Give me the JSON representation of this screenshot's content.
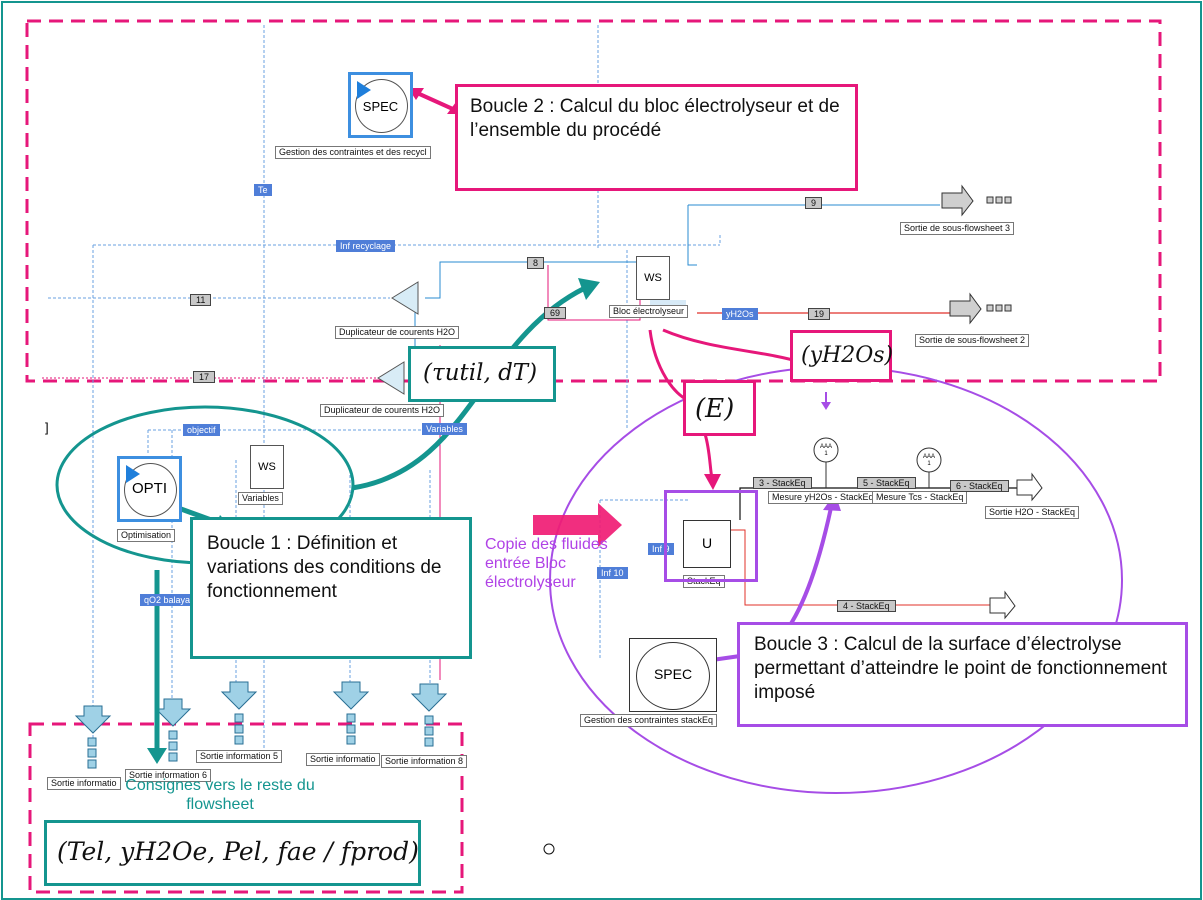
{
  "blocks": {
    "spec_top": "SPEC",
    "ws_main": "WS",
    "ws_variables": "WS",
    "opti": "OPTI",
    "unit": "U",
    "spec_stack": "SPEC",
    "meter1": "AAA\n1",
    "meter2": "AAA\n1"
  },
  "labels": {
    "gestion_recycl": "Gestion des contraintes et des recycl",
    "sortie_sfs3": "Sortie de sous-flowsheet 3",
    "sortie_sfs2": "Sortie de sous-flowsheet 2",
    "bloc_electrolyseur": "Bloc électrolyseur",
    "dup_h2o_1": "Duplicateur de courents H2O",
    "dup_h2o_2": "Duplicateur de courents H2O",
    "variables": "Variables",
    "optimisation": "Optimisation",
    "stackeq": "StackEq",
    "mesure_yh2os": "Mesure yH2Os - StackEq",
    "mesure_tcs": "Mesure Tcs - StackEq",
    "sortie_h2o": "Sortie H2O - StackEq",
    "gestion_stackeq": "Gestion des contraintes stackEq",
    "sortie_info_5": "Sortie information 5",
    "sortie_info_6": "Sortie information 6",
    "sortie_info_7": "Sortie informatio",
    "sortie_info_8": "Sortie informatio",
    "sortie_info_9": "Sortie information 8",
    "bracket": "]"
  },
  "tags": {
    "te": "Te",
    "inf_recyclage": "Inf recyclage",
    "yh2os": "yH2Os",
    "objectif": "objectif",
    "variables": "Variables",
    "qo_balay": "qO2 balaya",
    "inf9": "Inf 9",
    "inf10": "Inf 10"
  },
  "streams": {
    "s9": "9",
    "s8": "8",
    "s11": "11",
    "s69": "69",
    "s19": "19",
    "s17": "17",
    "s3": "3 - StackEq",
    "s5": "5 - StackEq",
    "s6": "6 - StackEq",
    "s4": "4 - StackEq"
  },
  "callouts": {
    "boucle2": "Boucle 2 : Calcul du bloc électrolyseur et de l’ensemble du procédé",
    "boucle1": "Boucle 1 :  Définition et variations des conditions de fonctionnement",
    "boucle3": "Boucle 3 : Calcul de la surface d’électrolyse permettant d’atteindre le point de fonctionnement imposé"
  },
  "notes": {
    "copie": "Copie des fluides entrée Bloc électrolyseur",
    "consignes": "Consignes vers le reste du flowsheet"
  },
  "symbols": {
    "tau_dt": "(τutil, dT)",
    "yh2os": "(yH2Os)",
    "e": "(E)",
    "consignes": "(Tel, yH2Oe, Pel, fae / fprod)"
  },
  "colors": {
    "teal": "#14958f",
    "pink": "#e6177a",
    "purple": "#a64de6",
    "tag_blue": "#4f7ed8",
    "block_blue": "#3d8fe0"
  }
}
